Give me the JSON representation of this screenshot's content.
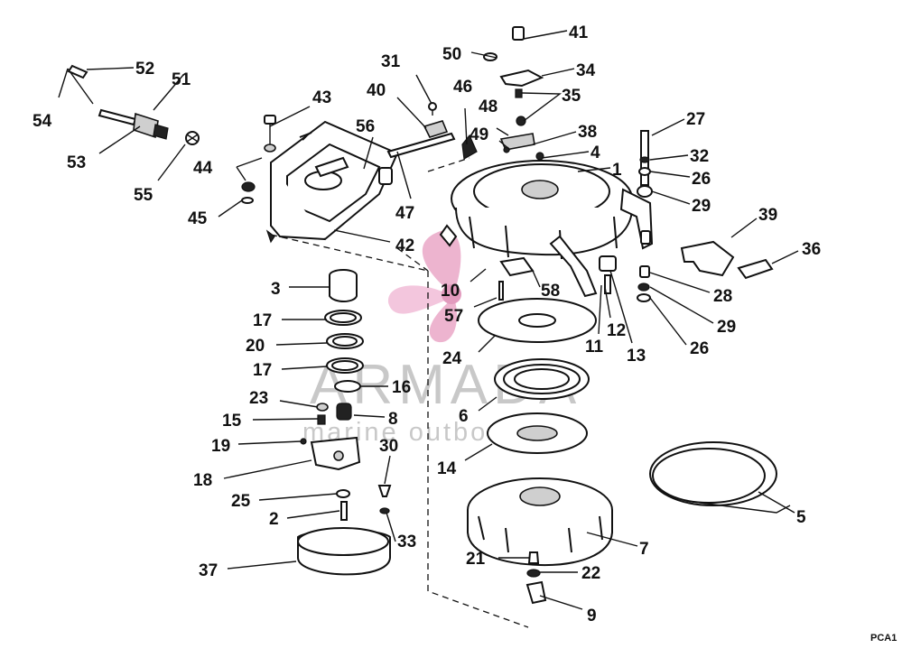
{
  "watermark": {
    "brand": "ARMADA",
    "tagline": "marine outboards",
    "logo_color": "#e79bc0"
  },
  "figure_code": "PCA1",
  "callouts": {
    "n1": "1",
    "n2": "2",
    "n3": "3",
    "n4": "4",
    "n5": "5",
    "n6": "6",
    "n7": "7",
    "n8": "8",
    "n9": "9",
    "n10": "10",
    "n11": "11",
    "n12": "12",
    "n13": "13",
    "n14": "14",
    "n15": "15",
    "n16": "16",
    "n17a": "17",
    "n17b": "17",
    "n18": "18",
    "n19": "19",
    "n20": "20",
    "n21": "21",
    "n22": "22",
    "n23": "23",
    "n24": "24",
    "n25": "25",
    "n26a": "26",
    "n26b": "26",
    "n27": "27",
    "n28": "28",
    "n29a": "29",
    "n29b": "29",
    "n30": "30",
    "n31": "31",
    "n32": "32",
    "n33": "33",
    "n34": "34",
    "n35": "35",
    "n36": "36",
    "n37": "37",
    "n38": "38",
    "n39": "39",
    "n40": "40",
    "n41": "41",
    "n42": "42",
    "n43": "43",
    "n44": "44",
    "n45": "45",
    "n46": "46",
    "n47": "47",
    "n48": "48",
    "n49": "49",
    "n50": "50",
    "n51": "51",
    "n52": "52",
    "n53": "53",
    "n54": "54",
    "n55": "55",
    "n56": "56",
    "n57": "57",
    "n58": "58"
  }
}
